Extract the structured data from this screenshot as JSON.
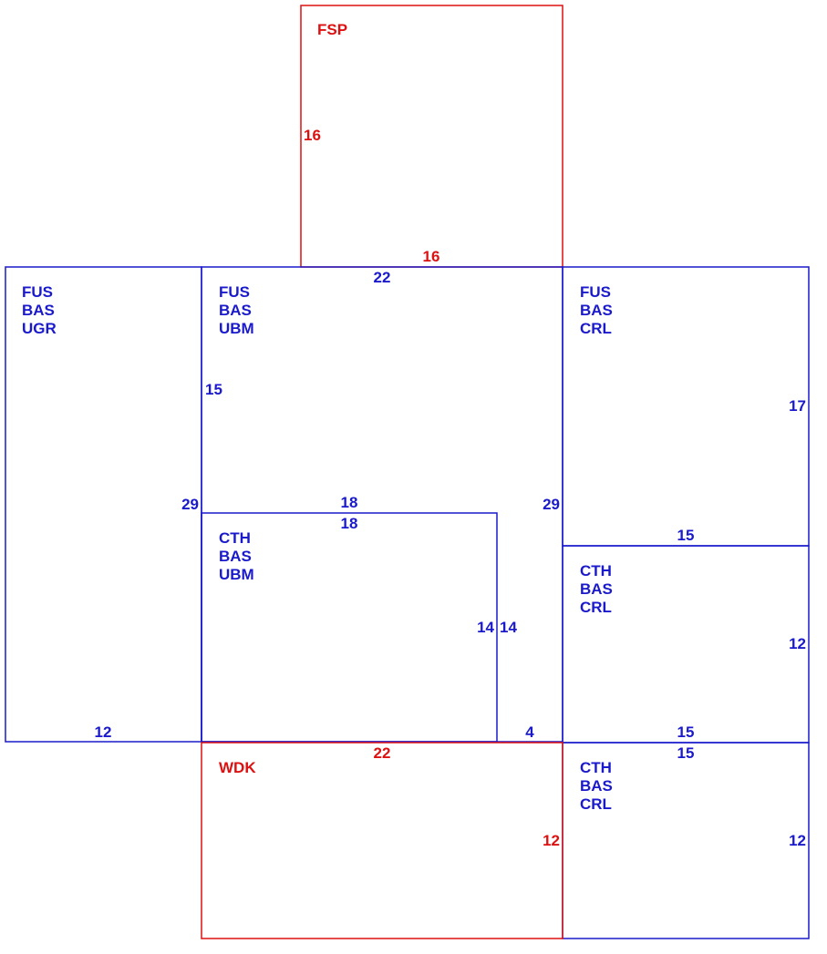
{
  "colors": {
    "structure": "#1a1acc",
    "addition": "#dd1111"
  },
  "areas": [
    {
      "id": "fsp",
      "color": "addition",
      "lines": [
        "FSP"
      ]
    },
    {
      "id": "fus-bas-ugr",
      "color": "structure",
      "lines": [
        "FUS",
        "BAS",
        "UGR"
      ]
    },
    {
      "id": "fus-bas-ubm",
      "color": "structure",
      "lines": [
        "FUS",
        "BAS",
        "UBM"
      ]
    },
    {
      "id": "fus-bas-crl",
      "color": "structure",
      "lines": [
        "FUS",
        "BAS",
        "CRL"
      ]
    },
    {
      "id": "cth-bas-ubm",
      "color": "structure",
      "lines": [
        "CTH",
        "BAS",
        "UBM"
      ]
    },
    {
      "id": "cth-bas-crl-1",
      "color": "structure",
      "lines": [
        "CTH",
        "BAS",
        "CRL"
      ]
    },
    {
      "id": "wdk",
      "color": "addition",
      "lines": [
        "WDK"
      ]
    },
    {
      "id": "cth-bas-crl-2",
      "color": "structure",
      "lines": [
        "CTH",
        "BAS",
        "CRL"
      ]
    }
  ],
  "dimensions": [
    {
      "id": "fsp-side",
      "color": "addition",
      "text": "16"
    },
    {
      "id": "fsp-bottom",
      "color": "addition",
      "text": "16"
    },
    {
      "id": "ubm-top",
      "color": "structure",
      "text": "22"
    },
    {
      "id": "ubm-left",
      "color": "structure",
      "text": "15"
    },
    {
      "id": "ugr-right",
      "color": "structure",
      "text": "29"
    },
    {
      "id": "ubm-right",
      "color": "structure",
      "text": "29"
    },
    {
      "id": "cth-ubm-top-outer",
      "color": "structure",
      "text": "18"
    },
    {
      "id": "cth-ubm-top-inner",
      "color": "structure",
      "text": "18"
    },
    {
      "id": "cth-ubm-right-inner",
      "color": "structure",
      "text": "14"
    },
    {
      "id": "cth-ubm-right-outer",
      "color": "structure",
      "text": "14"
    },
    {
      "id": "notch-bottom",
      "color": "structure",
      "text": "4"
    },
    {
      "id": "ugr-bottom",
      "color": "structure",
      "text": "12"
    },
    {
      "id": "crl-right",
      "color": "structure",
      "text": "17"
    },
    {
      "id": "crl-bottom",
      "color": "structure",
      "text": "15"
    },
    {
      "id": "cth-crl1-right",
      "color": "structure",
      "text": "12"
    },
    {
      "id": "cth-crl1-bottom",
      "color": "structure",
      "text": "15"
    },
    {
      "id": "cth-crl2-top",
      "color": "structure",
      "text": "15"
    },
    {
      "id": "cth-crl2-right",
      "color": "structure",
      "text": "12"
    },
    {
      "id": "wdk-top",
      "color": "addition",
      "text": "22"
    },
    {
      "id": "wdk-right",
      "color": "addition",
      "text": "12"
    }
  ]
}
